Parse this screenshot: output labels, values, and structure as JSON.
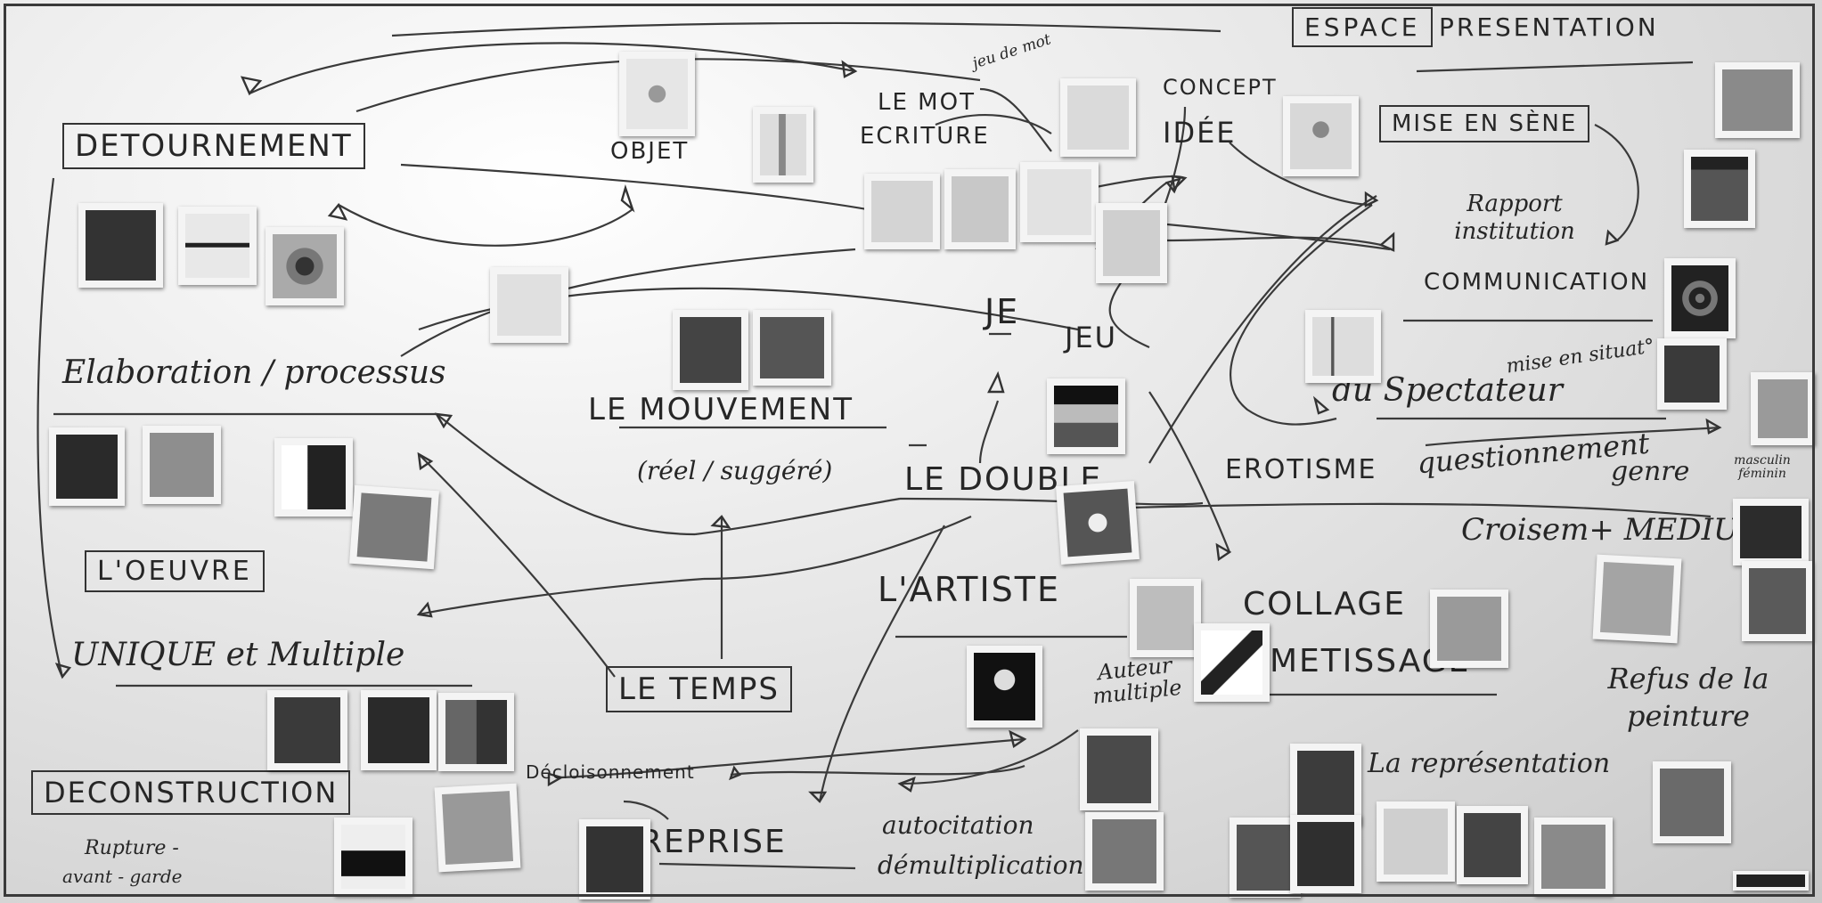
{
  "board": {
    "labels": {
      "espace": "ESPACE",
      "presentation": "PRESENTATION",
      "jeu_de_mot": "jeu de mot",
      "le_mot": "LE MOT",
      "ecriture": "ECRITURE",
      "objet": "OBJET",
      "concept": "CONCEPT",
      "idee": "IDÉE",
      "mise_en_scene": "MISE EN SÈNE",
      "rapport_institution": "Rapport institution",
      "communication": "COMMUNICATION",
      "mise_en_situation": "mise en situat°",
      "du_spectateur": "du Spectateur",
      "detournement": "DETOURNEMENT",
      "elaboration": "Elaboration / processus",
      "je": "JE",
      "jeu": "JEU",
      "le_mouvement": "LE MOUVEMENT",
      "reel_suggere": "(réel / suggéré)",
      "le_double": "LE DOUBLE",
      "erotisme": "EROTISME",
      "questionnement": "questionnement",
      "genre": "genre",
      "masculin_feminin": "masculin féminin",
      "croisement_medium": "Croisem+ MEDIUM",
      "oeuvre": "L'OEUVRE",
      "unique_multiple": "UNIQUE et Multiple",
      "artiste": "L'ARTISTE",
      "collage": "COLLAGE",
      "metissage": "METISSAGE",
      "auteur_multiple": "Auteur multiple",
      "refus_peinture": "Refus de la peinture",
      "le_temps": "LE TEMPS",
      "decloisonnement": "Décloisonnement",
      "deconstruction": "DECONSTRUCTION",
      "rupture": "Rupture -",
      "avant_garde": "avant - garde",
      "reprise": "REPRISE",
      "autocitation": "autocitation",
      "demultiplication": "démultiplication",
      "representation": "La représentation"
    }
  }
}
